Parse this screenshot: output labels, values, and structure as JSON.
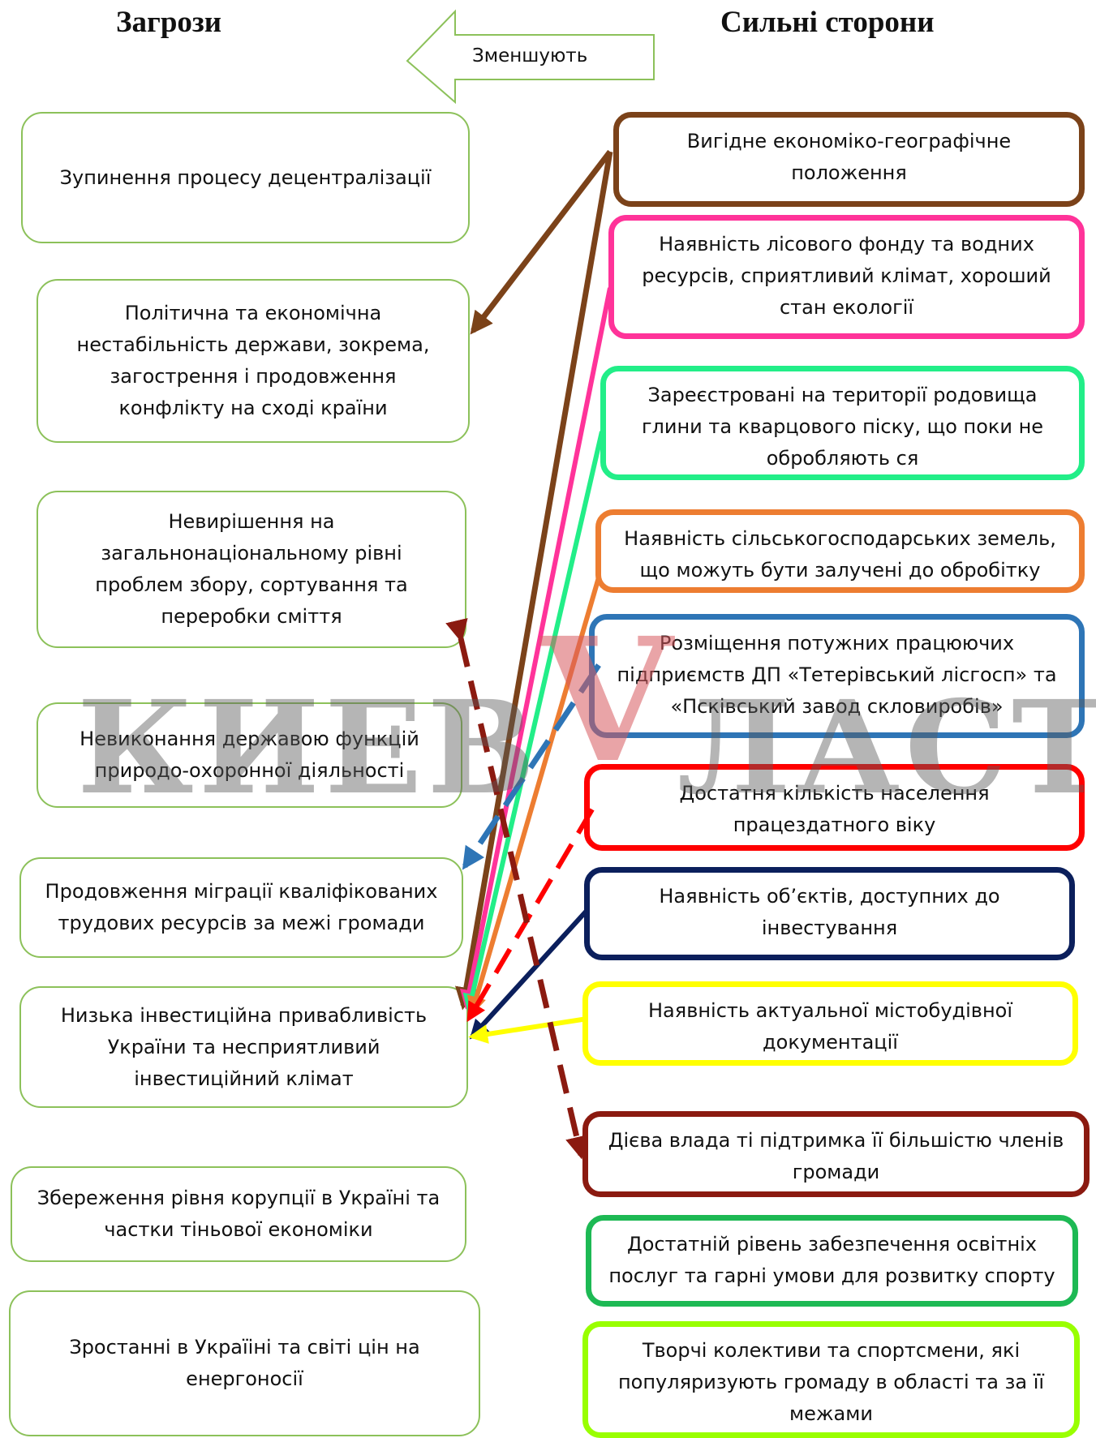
{
  "headings": {
    "threats": "Загрози",
    "strengths": "Сильні сторони"
  },
  "arrow_label": "Зменшують",
  "threats": [
    "Зупинення процесу децентралізації",
    "Політична та економічна нестабільність держави, зокрема, загострення і продовження конфлікту на сході країни",
    "Невирішення на загальнонаціональному рівні проблем збору, сортування та переробки сміття",
    "Невиконання державою функцій природо-охоронної діяльності",
    "Продовження міграції  кваліфікованих трудових  ресурсів за межі громади",
    "Низька інвестиційна привабливість України та несприятливий інвестиційний клімат",
    "Збереження рівня корупції в Україні та частки тіньової економіки",
    "Зростанні в Україіні та світі цін на енергоносії"
  ],
  "strengths": [
    {
      "text": "Вигідне економіко-географічне положення",
      "color": "#7b4219"
    },
    {
      "text": "Наявність лісового фонду та водних ресурсів, сприятливий клімат, хороший стан екології",
      "color": "#ff3399"
    },
    {
      "text": "Зареєстровані на території родовища глини та кварцового піску, що поки не обробляють ся",
      "color": "#22ee88"
    },
    {
      "text": "Наявність сільськогосподарських земель, що можуть бути залучені до обробітку",
      "color": "#ed7d31"
    },
    {
      "text": "Розміщення потужних працюючих підприємств ДП «Тетерівський лісгосп» та «Псківський завод скловиробів»",
      "color": "#2e75b6"
    },
    {
      "text": "Достатня кількість населення працездатного віку",
      "color": "#ff0000"
    },
    {
      "text": "Наявність об’єктів, доступних до інвестування",
      "color": "#0b1f5c"
    },
    {
      "text": "Наявність актуальної містобудівної документації",
      "color": "#ffff00"
    },
    {
      "text": "Дієва влада ті підтримка її більшістю членів громади",
      "color": "#8b1a10"
    },
    {
      "text": "Достатній рівень забезпечення освітніх послуг та гарні умови для розвитку спорту",
      "color": "#1db954"
    },
    {
      "text": "Творчі колективи та спортсмени, які популяризують громаду в області та за її межами",
      "color": "#99ff00"
    }
  ],
  "watermark": {
    "part1": "КИЕВ",
    "part2": "V",
    "part3": "ЛАСТЬ"
  }
}
